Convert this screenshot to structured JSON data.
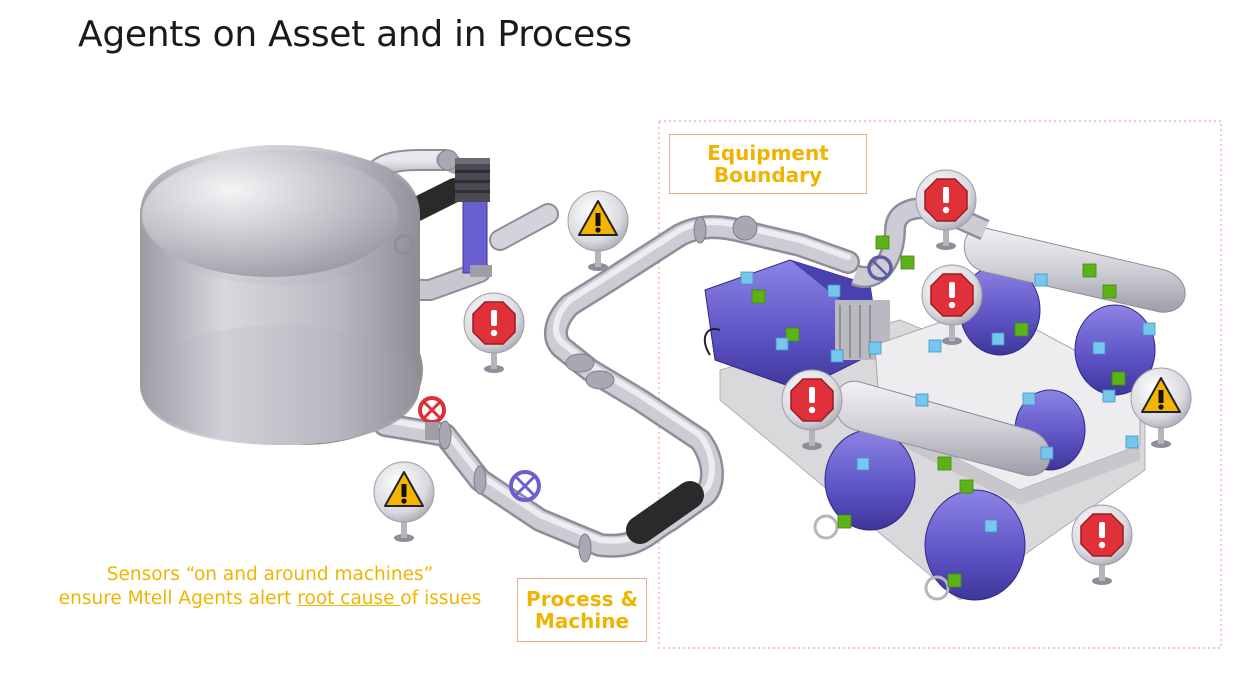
{
  "slide": {
    "title": "Agents on Asset and in Process"
  },
  "labels": {
    "equipment_boundary_line1": "Equipment",
    "equipment_boundary_line2": "Boundary",
    "process_machine_line1": "Process &",
    "process_machine_line2": "Machine"
  },
  "caption": {
    "line1": "Sensors “on and around machines”",
    "line2_prefix": "ensure Mtell Agents alert ",
    "line2_underlined": "root cause ",
    "line2_suffix": "of issues"
  },
  "colors": {
    "accent_text": "#f0b400",
    "box_border": "#f2a98a",
    "pump_purple": "#6a5fd0",
    "pipe_gray": "#c9c9d1",
    "sensor_green": "#5bb318",
    "sensor_blue": "#76c6ee",
    "alarm_red": "#e0303a",
    "warning_yellow": "#f5b400"
  },
  "icons": {
    "stop_alarm": "stop-alarm-icon",
    "warning": "warning-icon"
  }
}
